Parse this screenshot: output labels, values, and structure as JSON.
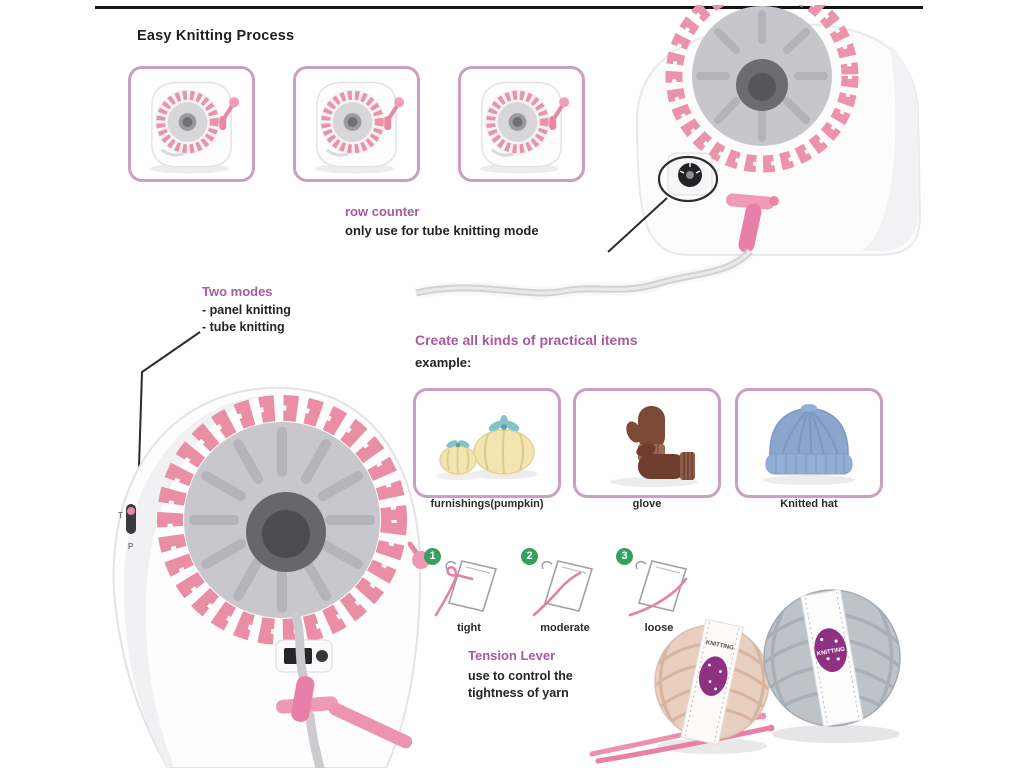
{
  "title": "Easy Knitting Process",
  "row_counter": {
    "heading": "row counter",
    "description": "only use for tube knitting mode"
  },
  "two_modes": {
    "heading": "Two modes",
    "line1": "- panel knitting",
    "line2": "- tube knitting"
  },
  "mode_switch": {
    "label_t": "T",
    "label_p": "P"
  },
  "practical_items": {
    "heading": "Create all kinds of practical items",
    "subheading": "example:",
    "items": [
      {
        "label": "furnishings(pumpkin)"
      },
      {
        "label": "glove"
      },
      {
        "label": "Knitted hat"
      }
    ]
  },
  "tension_steps": [
    {
      "number": "1",
      "label": "tight"
    },
    {
      "number": "2",
      "label": "moderate"
    },
    {
      "number": "3",
      "label": "loose"
    }
  ],
  "tension_lever": {
    "heading": "Tension Lever",
    "description": "use to control the\ntightness of yarn"
  },
  "yarn": {
    "label_left": "KNITTING",
    "label_right": "KNITTING"
  },
  "colors": {
    "accent_pink": "#a85a9e",
    "needle_pink": "#ea8ea6",
    "box_border": "#c9a0bd",
    "yarn_grey": "#c8c8cc",
    "text_dark": "#242426",
    "step_green": "#35a05f",
    "label_purple": "#8e3181"
  }
}
